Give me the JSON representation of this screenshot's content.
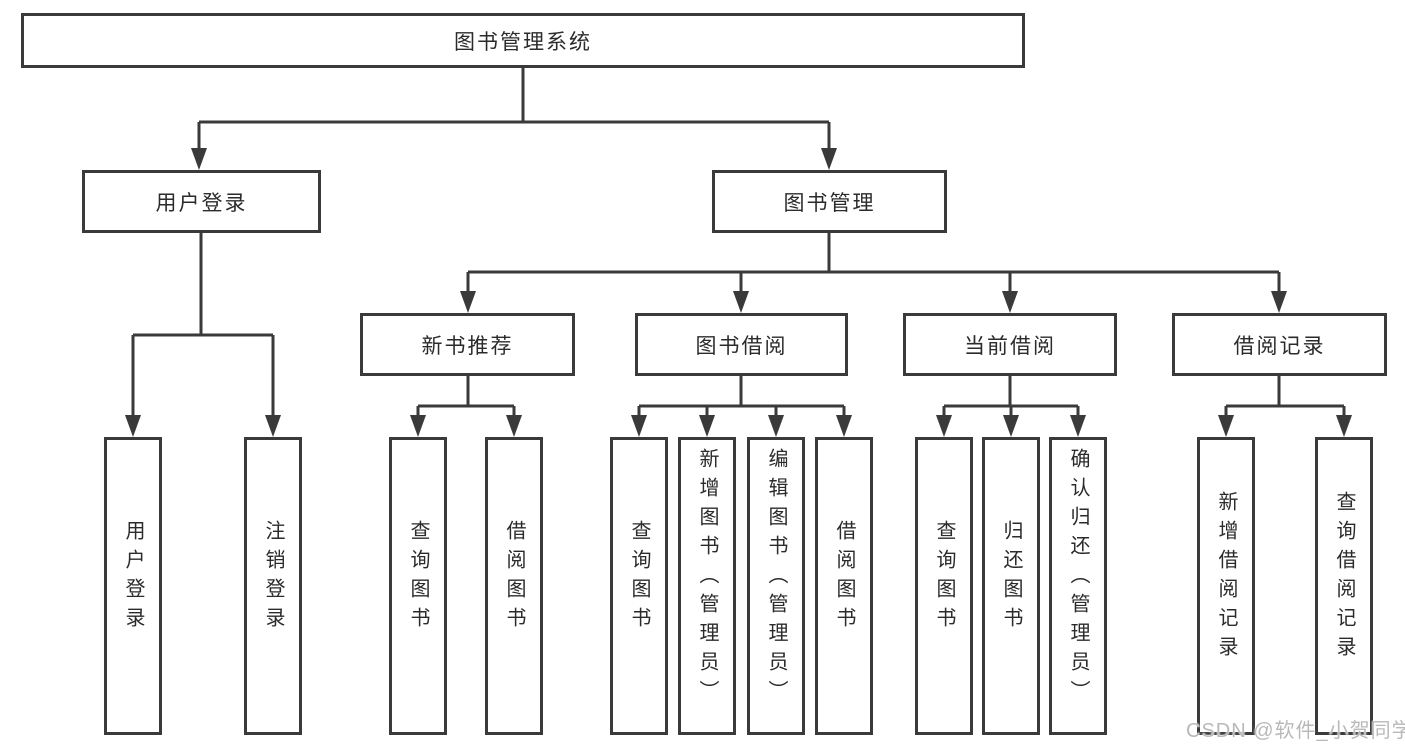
{
  "page": {
    "background": "#ffffff",
    "line_color": "#3a3a3a",
    "box_border_color": "#3a3a3a",
    "text_color": "#2b2b2b"
  },
  "watermark": {
    "text": "CSDN @软件_小贺同学",
    "color": "#b9b9b9"
  },
  "tree": {
    "root": {
      "label": "图书管理系统"
    },
    "level2": [
      {
        "label": "用户登录"
      },
      {
        "label": "图书管理"
      }
    ],
    "level3": [
      {
        "label": "新书推荐"
      },
      {
        "label": "图书借阅"
      },
      {
        "label": "当前借阅"
      },
      {
        "label": "借阅记录"
      }
    ],
    "level4": {
      "user_login_children": [
        {
          "label": "用户登录"
        },
        {
          "label": "注销登录"
        }
      ],
      "new_book_children": [
        {
          "label": "查询图书"
        },
        {
          "label": "借阅图书"
        }
      ],
      "borrow_children": [
        {
          "label": "查询图书"
        },
        {
          "label": "新增图书（管理员）"
        },
        {
          "label": "编辑图书（管理员）"
        },
        {
          "label": "借阅图书"
        }
      ],
      "current_children": [
        {
          "label": "查询图书"
        },
        {
          "label": "归还图书"
        },
        {
          "label": "确认归还（管理员）"
        }
      ],
      "record_children": [
        {
          "label": "新增借阅记录"
        },
        {
          "label": "查询借阅记录"
        }
      ]
    }
  }
}
